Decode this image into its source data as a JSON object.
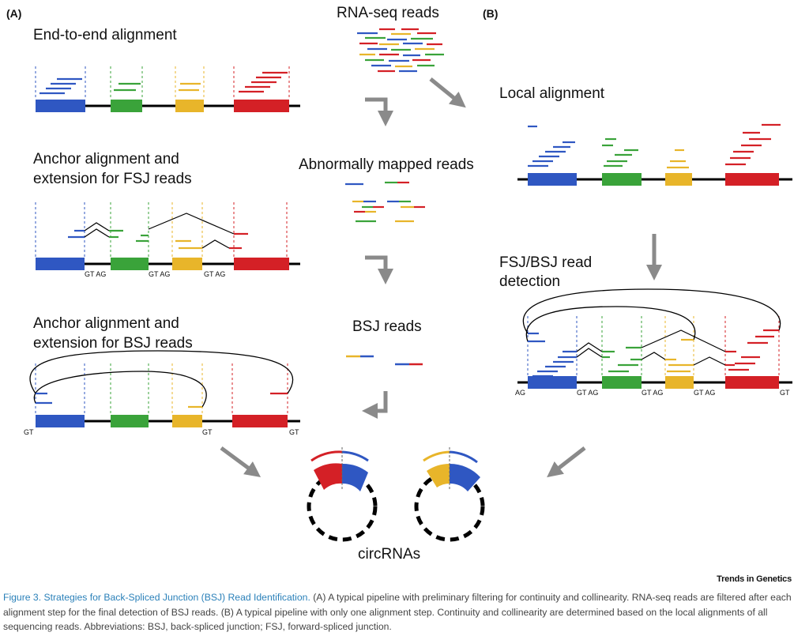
{
  "panels": {
    "a": "(A)",
    "b": "(B)"
  },
  "center": {
    "rna_seq": "RNA-seq reads",
    "abnormal": "Abnormally mapped reads",
    "bsj_reads": "BSJ reads",
    "circrnas": "circRNAs"
  },
  "panel_a": {
    "end_to_end": "End-to-end alignment",
    "fsj_title_1": "Anchor alignment and",
    "fsj_title_2": "extension for FSJ reads",
    "bsj_title_1": "Anchor alignment and",
    "bsj_title_2": "extension for BSJ reads"
  },
  "panel_b": {
    "local": "Local alignment",
    "detect_1": "FSJ/BSJ read",
    "detect_2": "detection"
  },
  "splice": {
    "gt": "GT",
    "ag": "AG",
    "gt_ag": "GT AG"
  },
  "colors": {
    "blue": "#2f57c2",
    "green": "#3aa33a",
    "yellow": "#e8b52a",
    "red": "#d42026",
    "arrow": "#8a8a8a"
  },
  "brand": "Trends in Genetics",
  "caption": {
    "head": "Figure 3. Strategies for Back-Spliced Junction (BSJ) Read Identification.",
    "body": " (A) A typical pipeline with preliminary filtering for continuity and collinearity. RNA-seq reads are filtered after each alignment step for the final detection of BSJ reads. (B) A typical pipeline with only one alignment step. Continuity and collinearity are determined based on the local alignments of all sequencing reads. Abbreviations: BSJ, back-spliced junction; FSJ, forward-spliced junction."
  }
}
